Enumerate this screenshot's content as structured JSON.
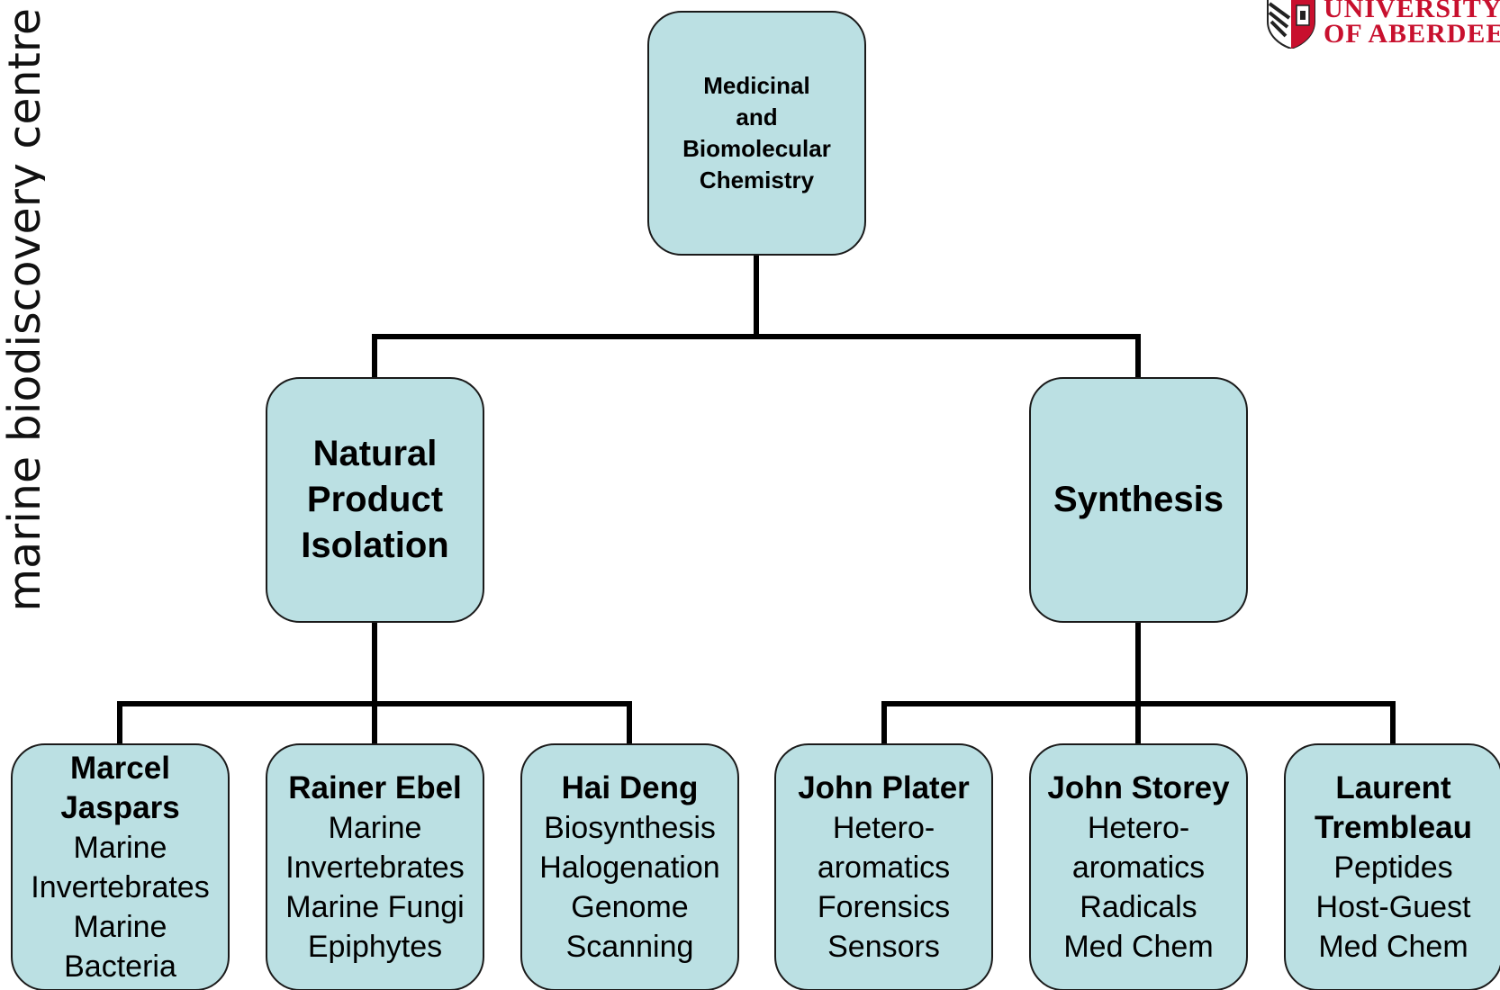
{
  "side_title": "marine biodiscovery centre",
  "logo": {
    "line1": "UNIVERSITY",
    "line2": "OF ABERDEEN",
    "accent": "#c8102e"
  },
  "colors": {
    "node_fill": "#bbe0e3",
    "node_border": "#1a1a1a",
    "connector": "#000000"
  },
  "root": {
    "lines": [
      "Medicinal",
      "and",
      "Biomolecular",
      "Chemistry"
    ]
  },
  "branches": [
    {
      "lines": [
        "Natural",
        "Product",
        "Isolation"
      ]
    },
    {
      "lines": [
        "Synthesis"
      ]
    }
  ],
  "people": [
    {
      "name": "Marcel Jaspars",
      "topics": [
        "Marine",
        "Invertebrates",
        "Marine",
        "Bacteria"
      ]
    },
    {
      "name": "Rainer Ebel",
      "topics": [
        "Marine",
        "Invertebrates",
        "Marine Fungi",
        "Epiphytes"
      ]
    },
    {
      "name": "Hai Deng",
      "topics": [
        "Biosynthesis",
        "Halogenation",
        "Genome",
        "Scanning"
      ]
    },
    {
      "name": "John Plater",
      "topics": [
        "Hetero-",
        "aromatics",
        "Forensics",
        "Sensors"
      ]
    },
    {
      "name": "John Storey",
      "topics": [
        "Hetero-",
        "aromatics",
        "Radicals",
        "Med Chem"
      ]
    },
    {
      "name": "Laurent Trembleau",
      "topics": [
        "Peptides",
        "Host-Guest",
        "Med Chem"
      ]
    }
  ]
}
